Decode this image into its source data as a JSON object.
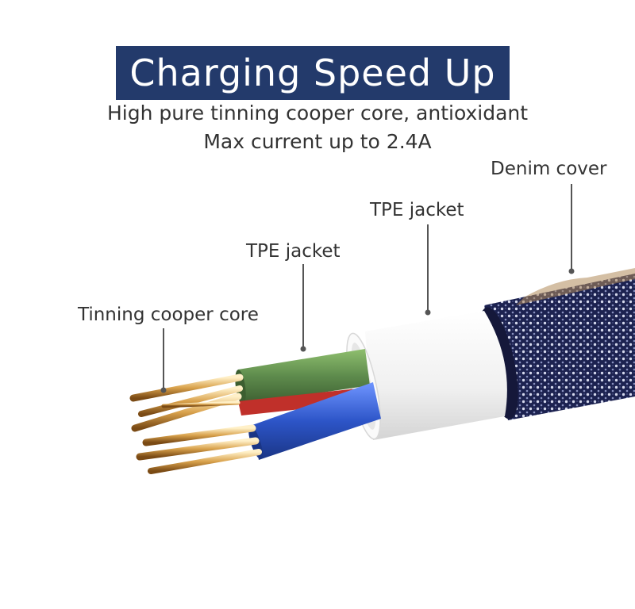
{
  "banner": {
    "title": "Charging Speed Up",
    "subtitle_line1": "High pure tinning cooper core, antioxidant",
    "subtitle_line2": "Max current up to 2.4A",
    "background_color": "#233a6b"
  },
  "callouts": {
    "denim_cover": "Denim cover",
    "outer_tpe_jacket": "TPE jacket",
    "inner_tpe_jacket": "TPE jacket",
    "copper_core": "Tinning cooper core"
  },
  "colors": {
    "denim": "#1f2550",
    "white_jacket": "#f2f2f2",
    "green_wire": "#5d8a4c",
    "blue_wire": "#2d55c8",
    "red_wire": "#c0302a",
    "copper": "#d9a24c",
    "leader_line": "#555555"
  }
}
